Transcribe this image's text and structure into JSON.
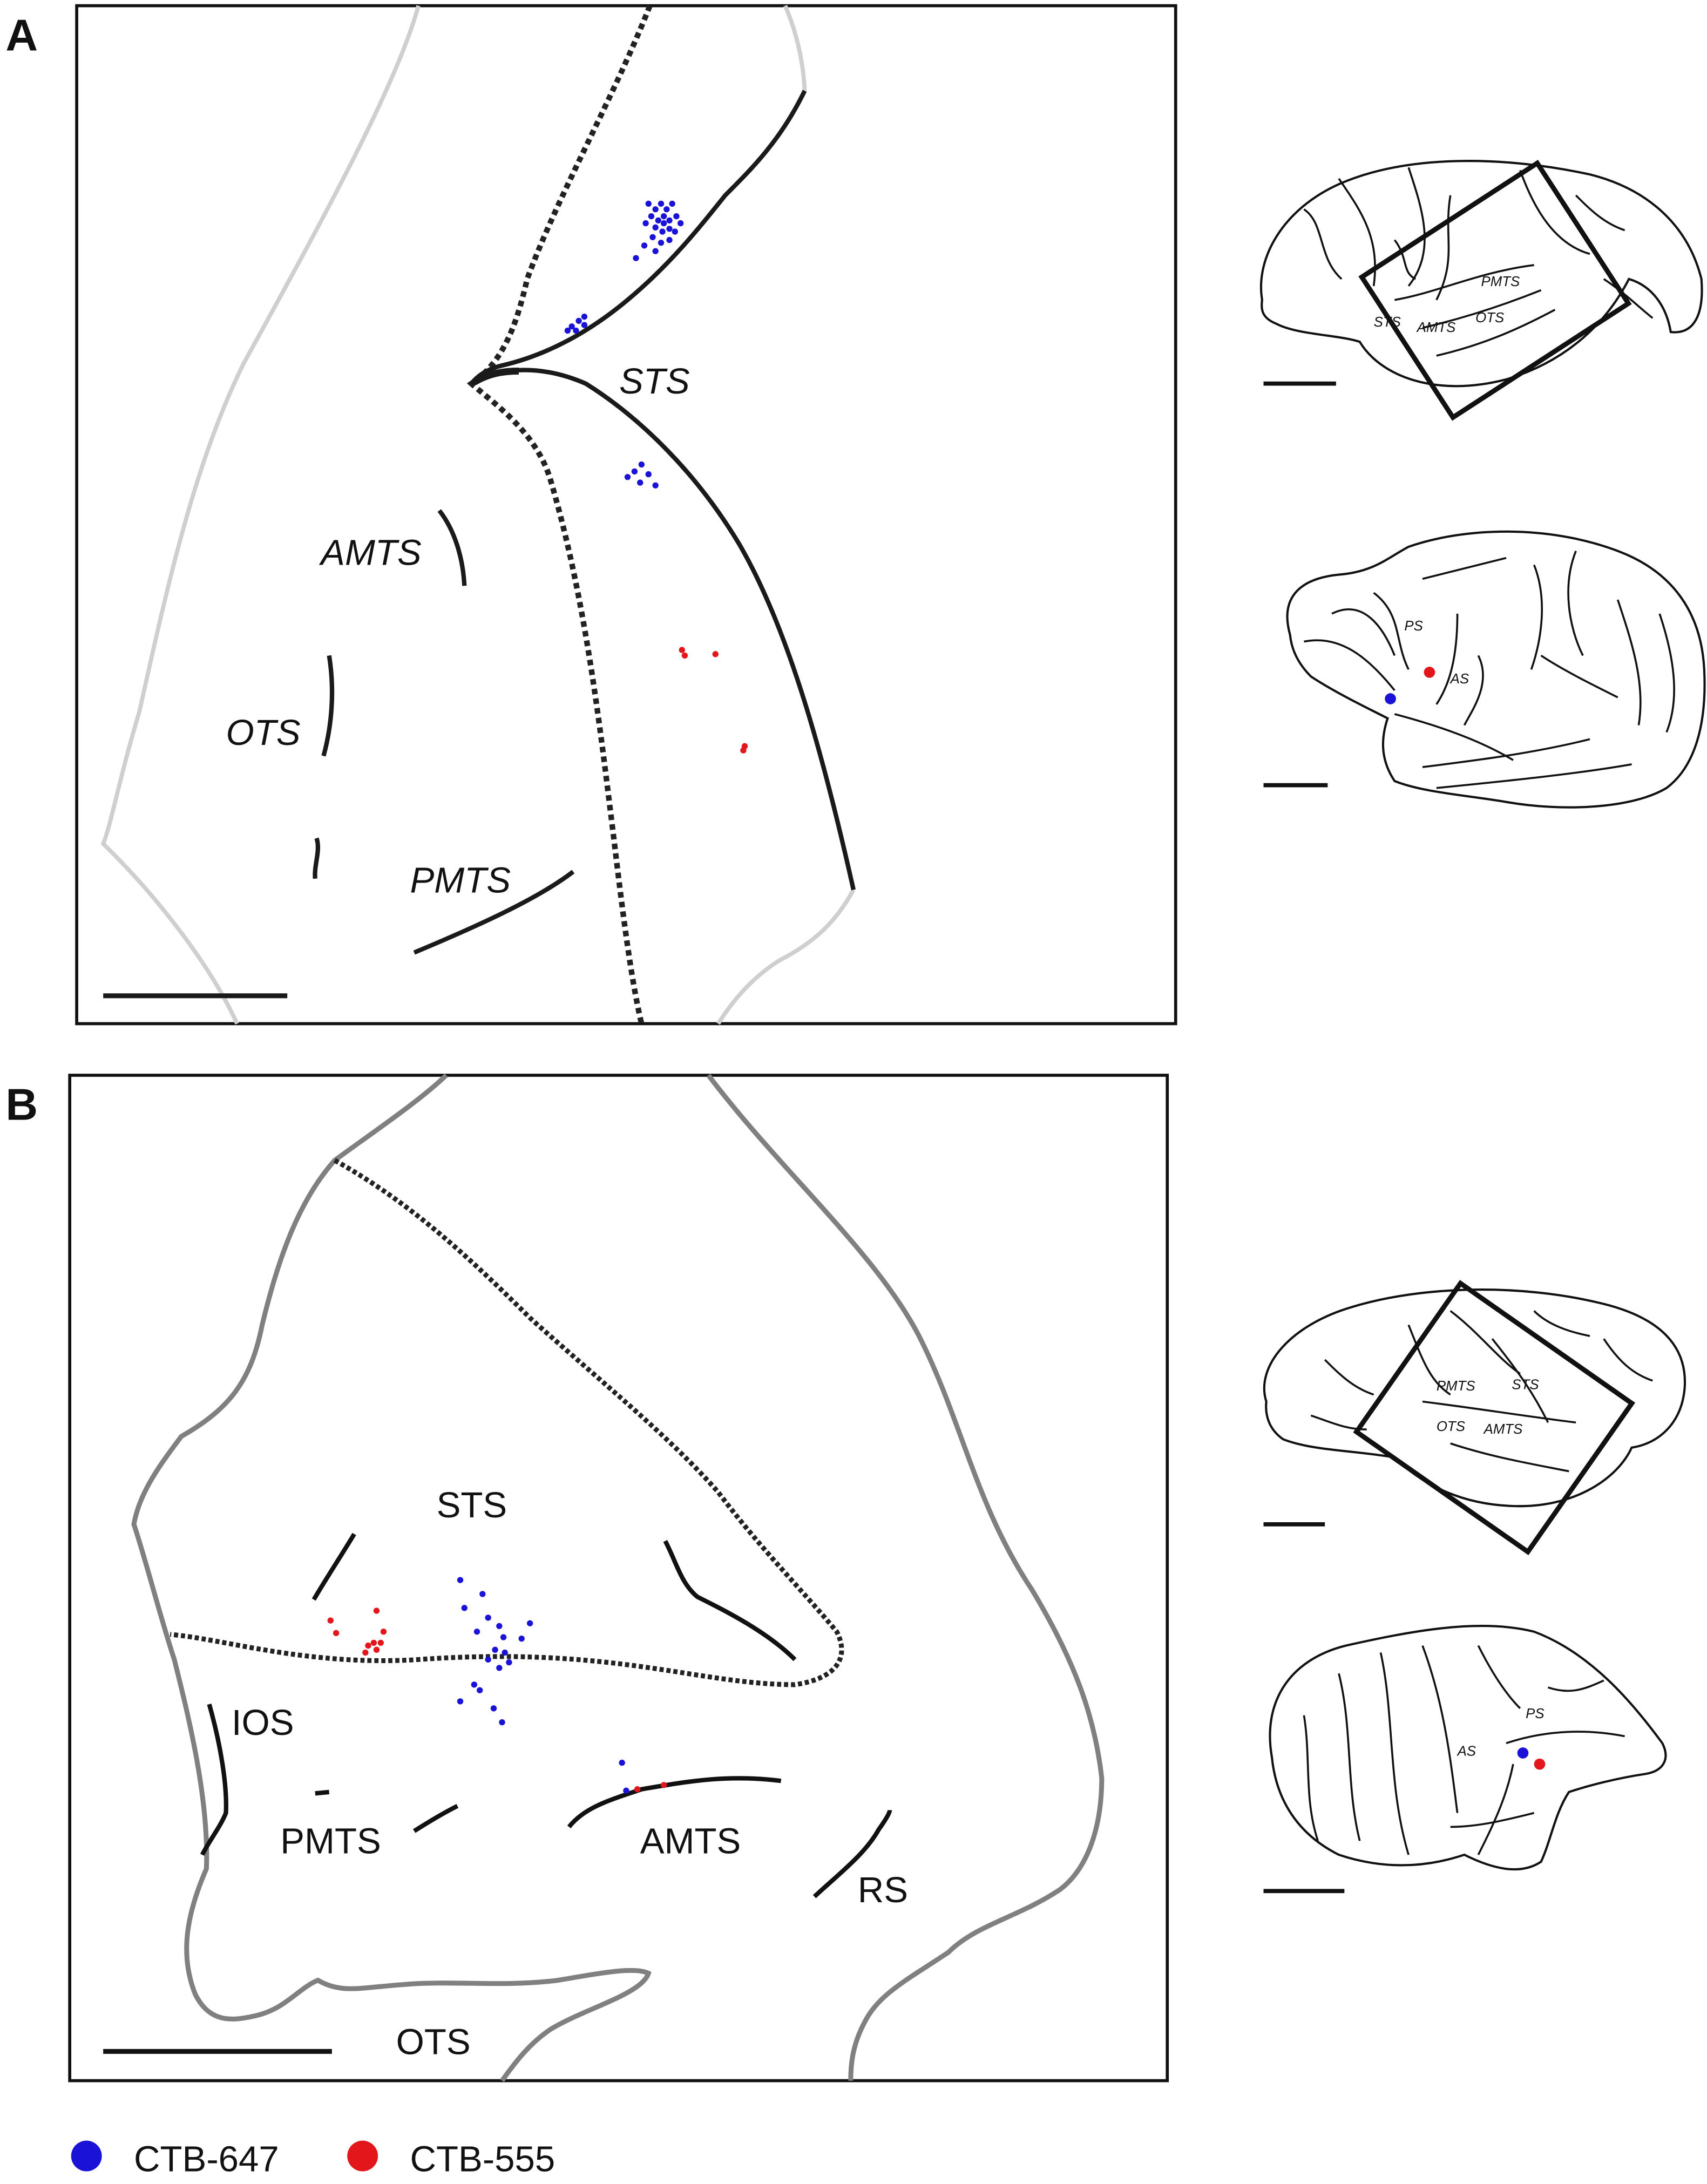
{
  "legend": {
    "items": [
      {
        "label": "CTB-647",
        "color": "#1a12d6"
      },
      {
        "label": "CTB-555",
        "color": "#e3161b"
      }
    ]
  },
  "panelA": {
    "letter": "A",
    "labels": {
      "sts": "STS",
      "amts": "AMTS",
      "ots": "OTS",
      "pmts": "PMTS"
    },
    "lateral_brain": {
      "sts": "STS",
      "amts": "AMTS",
      "ots": "OTS",
      "pmts": "PMTS"
    },
    "medial_brain": {
      "ps": "PS",
      "as": "AS"
    }
  },
  "panelB": {
    "letter": "B",
    "labels": {
      "sts": "STS",
      "ios": "IOS",
      "pmts": "PMTS",
      "amts": "AMTS",
      "rs": "RS",
      "ots": "OTS"
    },
    "lateral_brain": {
      "pmts": "PMTS",
      "sts": "STS",
      "ots": "OTS",
      "amts": "AMTS"
    },
    "medial_brain": {
      "ps": "PS",
      "as": "AS"
    }
  },
  "colors": {
    "blue": "#1a12d6",
    "red": "#e3161b",
    "outline_light": "#cfcfcf",
    "outline_gray": "#808080",
    "sulcus": "#1a1a1a"
  }
}
